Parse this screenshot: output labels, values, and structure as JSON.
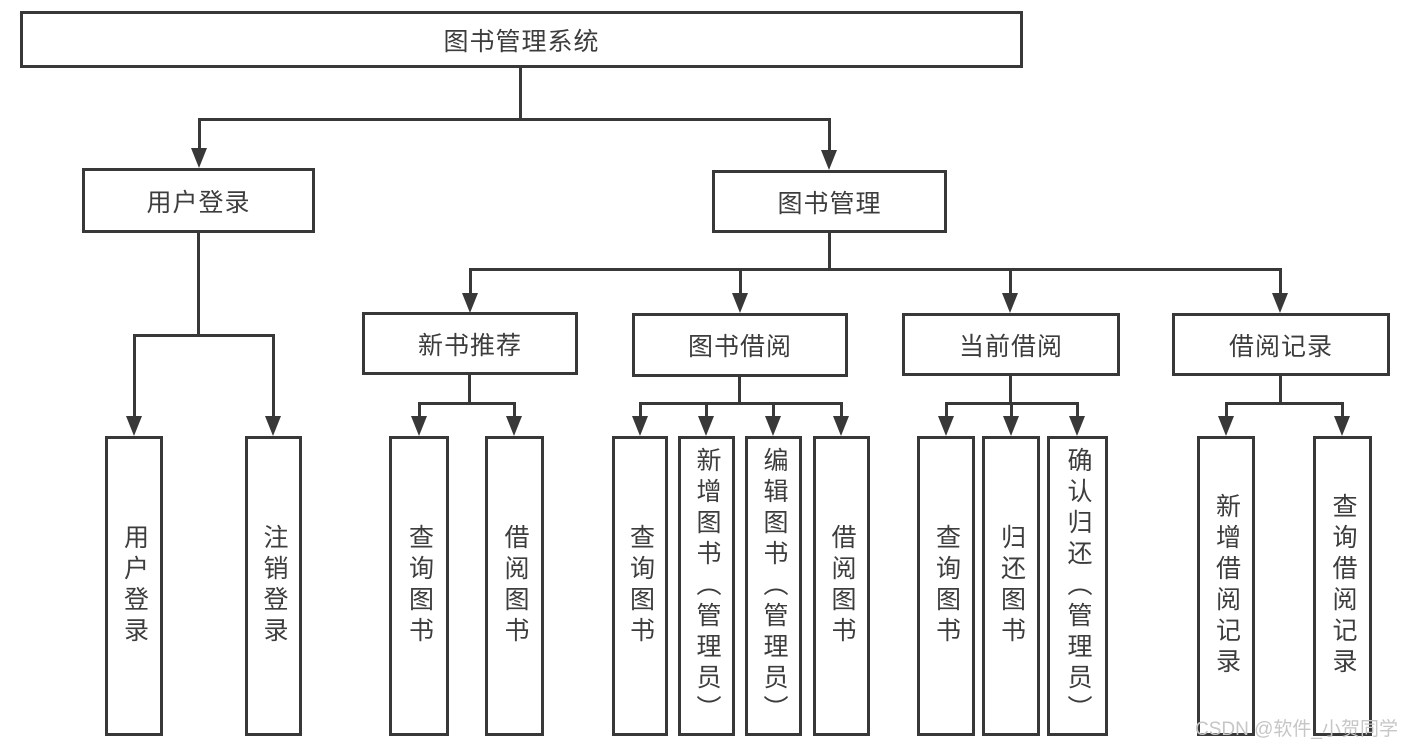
{
  "nodes": {
    "root": "图书管理系统",
    "user_login": "用户登录",
    "book_mgmt": "图书管理",
    "new_book_rec": "新书推荐",
    "book_borrow": "图书借阅",
    "current_borrow": "当前借阅",
    "borrow_record": "借阅记录",
    "ul1": "用户登录",
    "ul2": "注销登录",
    "nb1": "查询图书",
    "nb2": "借阅图书",
    "bb1": "查询图书",
    "bb2": "新增图书（管理员）",
    "bb3": "编辑图书（管理员）",
    "bb4": "借阅图书",
    "cb1": "查询图书",
    "cb2": "归还图书",
    "cb3": "确认归还（管理员）",
    "br1": "新增借阅记录",
    "br2": "查询借阅记录"
  },
  "watermark": "CSDN @软件_小贺同学",
  "colors": {
    "line": "#383838",
    "text": "#3d3d3d",
    "background": "#ffffff",
    "watermark": "#c6c6c6"
  }
}
